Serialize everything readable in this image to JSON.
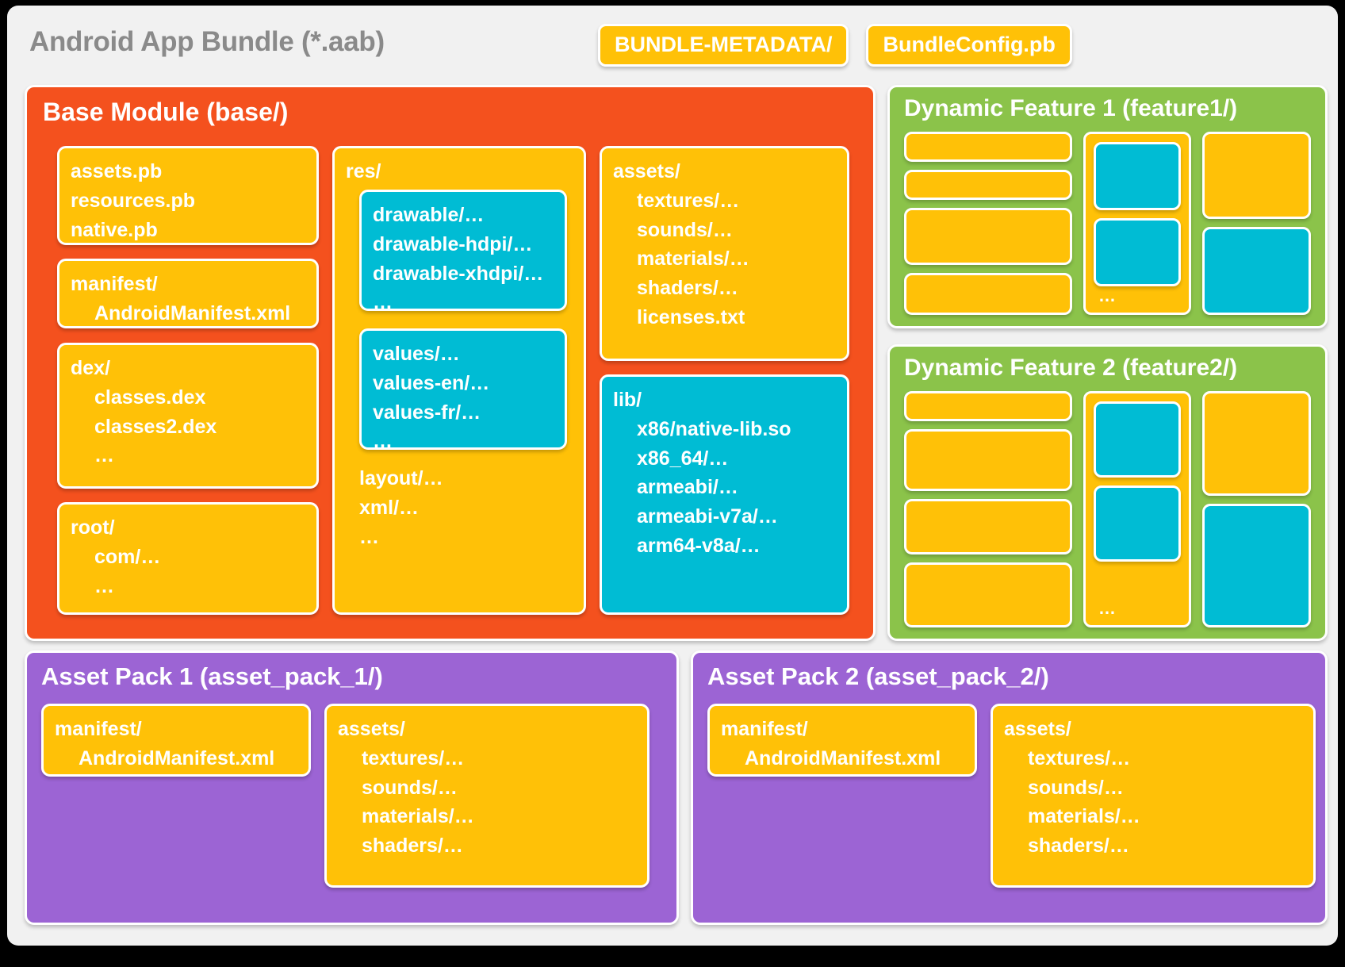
{
  "bundle": {
    "title": "Android App Bundle (*.aab)",
    "metadata_chips": [
      "BUNDLE-METADATA/",
      "BundleConfig.pb"
    ]
  },
  "colors": {
    "page_background": "#000000",
    "bundle_background": "#f1f1f1",
    "base_module": "#f4511e",
    "dynamic_feature": "#8bc34a",
    "asset_pack": "#9c64d4",
    "card_yellow": "#ffc107",
    "card_cyan": "#00bcd4",
    "title_grey": "#8a8a8a",
    "card_text": "#ffffff"
  },
  "base_module": {
    "title": "Base Module (base/)",
    "pb_files": [
      "assets.pb",
      "resources.pb",
      "native.pb"
    ],
    "manifest": {
      "root": "manifest/",
      "children": [
        "AndroidManifest.xml"
      ]
    },
    "dex": {
      "root": "dex/",
      "children": [
        "classes.dex",
        "classes2.dex",
        "…"
      ]
    },
    "root_dir": {
      "root": "root/",
      "children": [
        "com/…",
        "…"
      ]
    },
    "res": {
      "root": "res/",
      "drawable_group": [
        "drawable/…",
        "drawable-hdpi/…",
        "drawable-xhdpi/…",
        "…"
      ],
      "values_group": [
        "values/…",
        "values-en/…",
        "values-fr/…",
        "…"
      ],
      "tail_group": [
        "layout/…",
        "xml/…",
        "…"
      ]
    },
    "assets": {
      "root": "assets/",
      "children": [
        "textures/…",
        "sounds/…",
        "materials/…",
        "shaders/…",
        "licenses.txt"
      ]
    },
    "lib": {
      "root": "lib/",
      "children": [
        "x86/native-lib.so",
        "x86_64/…",
        "armeabi/…",
        "armeabi-v7a/…",
        "arm64-v8a/…"
      ]
    }
  },
  "dynamic_features": [
    {
      "title": "Dynamic Feature 1 (feature1/)",
      "left_bars": 4,
      "mid_nested_boxes": 2,
      "mid_dots": "…",
      "right_boxes": 2
    },
    {
      "title": "Dynamic Feature 2 (feature2/)",
      "left_bars": 4,
      "mid_nested_boxes": 2,
      "mid_dots": "…",
      "right_boxes": 2
    }
  ],
  "asset_packs": [
    {
      "title": "Asset Pack 1 (asset_pack_1/)",
      "manifest": {
        "root": "manifest/",
        "children": [
          "AndroidManifest.xml"
        ]
      },
      "assets": {
        "root": "assets/",
        "children": [
          "textures/…",
          "sounds/…",
          "materials/…",
          "shaders/…"
        ]
      }
    },
    {
      "title": "Asset Pack 2 (asset_pack_2/)",
      "manifest": {
        "root": "manifest/",
        "children": [
          "AndroidManifest.xml"
        ]
      },
      "assets": {
        "root": "assets/",
        "children": [
          "textures/…",
          "sounds/…",
          "materials/…",
          "shaders/…"
        ]
      }
    }
  ]
}
